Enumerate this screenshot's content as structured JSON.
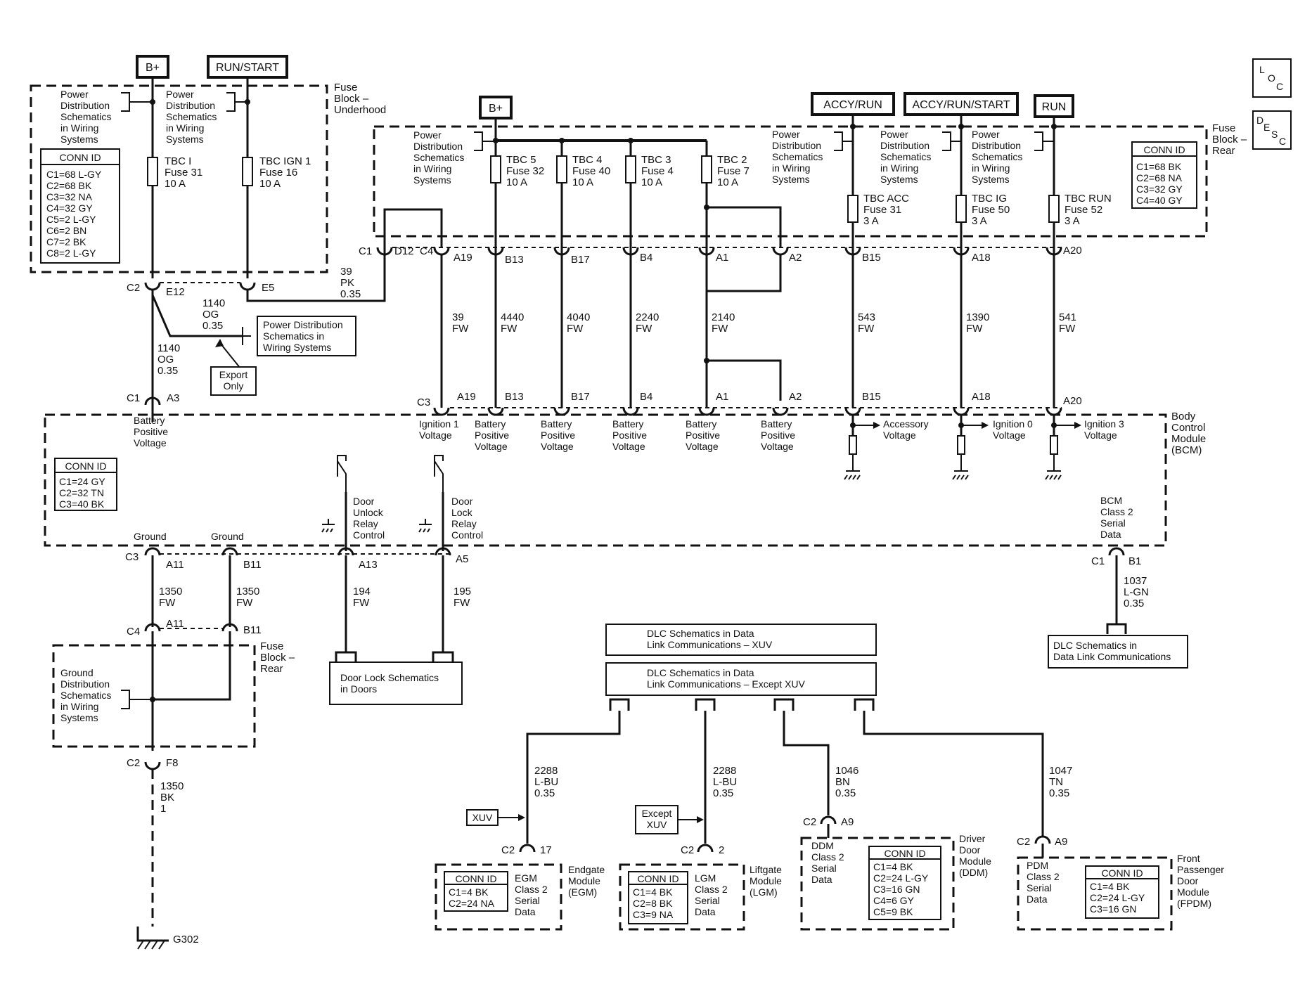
{
  "sources": {
    "b_plus_left": "B+",
    "run_start": "RUN/START",
    "b_plus_right": "B+",
    "accy_run": "ACCY/RUN",
    "accy_run_start": "ACCY/RUN/START",
    "run": "RUN"
  },
  "corner_icons": {
    "loc": [
      "L",
      "O",
      "C"
    ],
    "desc": [
      "D",
      "E",
      "S",
      "C"
    ]
  },
  "fuse_block_underhood": {
    "label": [
      "Fuse",
      "Block –",
      "Underhood"
    ],
    "pd_note": [
      "Power",
      "Distribution",
      "Schematics",
      "in Wiring",
      "Systems"
    ],
    "conn_id_title": "CONN ID",
    "conn_id": [
      "C1=68 L-GY",
      "C2=68 BK",
      "C3=32 NA",
      "C4=32 GY",
      "C5=2 L-GY",
      "C6=2 BN",
      "C7=2 BK",
      "C8=2 L-GY"
    ],
    "fuses": [
      {
        "lines": [
          "TBC I",
          "Fuse 31",
          "10 A"
        ]
      },
      {
        "lines": [
          "TBC IGN 1",
          "Fuse 16",
          "10 A"
        ]
      }
    ],
    "connectors": {
      "c2": "C2",
      "e12": "E12",
      "e5": "E5"
    }
  },
  "fuse_block_rear": {
    "label": [
      "Fuse",
      "Block –",
      "Rear"
    ],
    "pd_note": [
      "Power",
      "Distribution",
      "Schematics",
      "in Wiring",
      "Systems"
    ],
    "conn_id_title": "CONN ID",
    "conn_id": [
      "C1=68 BK",
      "C2=68 NA",
      "C3=32 GY",
      "C4=40 GY"
    ],
    "fuses": [
      {
        "lines": [
          "TBC 5",
          "Fuse 32",
          "10 A"
        ]
      },
      {
        "lines": [
          "TBC 4",
          "Fuse 40",
          "10 A"
        ]
      },
      {
        "lines": [
          "TBC 3",
          "Fuse 4",
          "10 A"
        ]
      },
      {
        "lines": [
          "TBC 2",
          "Fuse 7",
          "10 A"
        ]
      },
      {
        "lines": [
          "TBC ACC",
          "Fuse 31",
          "3 A"
        ]
      },
      {
        "lines": [
          "TBC IG",
          "Fuse 50",
          "3 A"
        ]
      },
      {
        "lines": [
          "TBC RUN",
          "Fuse 52",
          "3 A"
        ]
      }
    ],
    "pins_top": [
      "C1",
      "D12",
      "C4",
      "A19",
      "B13",
      "B17",
      "B4",
      "A1",
      "A2",
      "B15",
      "A18",
      "A20"
    ]
  },
  "wires": {
    "w39pk": [
      "39",
      "PK",
      "0.35"
    ],
    "w1140_top": [
      "1140",
      "OG",
      "0.35"
    ],
    "w1140_bot": [
      "1140",
      "OG",
      "0.35"
    ],
    "w39": [
      "39",
      "FW"
    ],
    "w4440": [
      "4440",
      "FW"
    ],
    "w4040": [
      "4040",
      "FW"
    ],
    "w2240": [
      "2240",
      "FW"
    ],
    "w2140": [
      "2140",
      "FW"
    ],
    "w543": [
      "543",
      "FW"
    ],
    "w1390": [
      "1390",
      "FW"
    ],
    "w541": [
      "541",
      "FW"
    ],
    "w1350a": [
      "1350",
      "FW"
    ],
    "w1350b": [
      "1350",
      "FW"
    ],
    "w194": [
      "194",
      "FW"
    ],
    "w195": [
      "195",
      "FW"
    ],
    "w1350bk": [
      "1350",
      "BK",
      "1"
    ],
    "w1037": [
      "1037",
      "L-GN",
      "0.35"
    ],
    "w2288a": [
      "2288",
      "L-BU",
      "0.35"
    ],
    "w2288b": [
      "2288",
      "L-BU",
      "0.35"
    ],
    "w1046": [
      "1046",
      "BN",
      "0.35"
    ],
    "w1047": [
      "1047",
      "TN",
      "0.35"
    ]
  },
  "pd_box": [
    "Power Distribution",
    "Schematics in",
    "Wiring Systems"
  ],
  "export_only": [
    "Export",
    "Only"
  ],
  "bcm": {
    "label": [
      "Body",
      "Control",
      "Module",
      "(BCM)"
    ],
    "conn_id_title": "CONN ID",
    "conn_id": [
      "C1=24 GY",
      "C2=32 TN",
      "C3=40 BK"
    ],
    "pins_top": [
      "C1",
      "A3",
      "C3",
      "A19",
      "B13",
      "B17",
      "B4",
      "A1",
      "A2",
      "B15",
      "A18",
      "A20"
    ],
    "battery_positive": [
      "Battery",
      "Positive",
      "Voltage"
    ],
    "ignition1": [
      "Ignition 1",
      "Voltage"
    ],
    "accessory": [
      "Accessory",
      "Voltage"
    ],
    "ignition0": [
      "Ignition 0",
      "Voltage"
    ],
    "ignition3": [
      "Ignition 3",
      "Voltage"
    ],
    "ground": "Ground",
    "door_unlock": [
      "Door",
      "Unlock",
      "Relay",
      "Control"
    ],
    "door_lock": [
      "Door",
      "Lock",
      "Relay",
      "Control"
    ],
    "class2": [
      "BCM",
      "Class 2",
      "Serial",
      "Data"
    ],
    "pins_bottom": [
      "C3",
      "A11",
      "B11",
      "A13",
      "A5",
      "C1",
      "B1"
    ]
  },
  "lower_left": {
    "c4": "C4",
    "a11": "A11",
    "b11": "B11",
    "fbr_label": [
      "Fuse",
      "Block –",
      "Rear"
    ],
    "gd_note": [
      "Ground",
      "Distribution",
      "Schematics",
      "in Wiring",
      "Systems"
    ],
    "c2": "C2",
    "f8": "F8",
    "ground_id": "G302"
  },
  "door_lock_box": [
    "Door Lock Schematics",
    "in Doors"
  ],
  "dlc_xuv": [
    "DLC Schematics in Data",
    "Link Communications – XUV"
  ],
  "dlc_except": [
    "DLC Schematics in Data",
    "Link Communications – Except XUV"
  ],
  "dlc_right": [
    "DLC Schematics in",
    "Data Link Communications"
  ],
  "xuv_tag": "XUV",
  "except_xuv_tag": [
    "Except",
    "XUV"
  ],
  "modules": {
    "egm": {
      "c": "C2",
      "pin": "17",
      "conn_id_title": "CONN ID",
      "conn_id": [
        "C1=4 BK",
        "C2=24 NA"
      ],
      "signal": [
        "EGM",
        "Class 2",
        "Serial",
        "Data"
      ],
      "name": [
        "Endgate",
        "Module",
        "(EGM)"
      ]
    },
    "lgm": {
      "c": "C2",
      "pin": "2",
      "conn_id_title": "CONN ID",
      "conn_id": [
        "C1=4 BK",
        "C2=8 BK",
        "C3=9 NA"
      ],
      "signal": [
        "LGM",
        "Class 2",
        "Serial",
        "Data"
      ],
      "name": [
        "Liftgate",
        "Module",
        "(LGM)"
      ]
    },
    "ddm": {
      "c": "C2",
      "pin": "A9",
      "conn_id_title": "CONN ID",
      "conn_id": [
        "C1=4 BK",
        "C2=24 L-GY",
        "C3=16 GN",
        "C4=6 GY",
        "C5=9 BK"
      ],
      "signal": [
        "DDM",
        "Class 2",
        "Serial",
        "Data"
      ],
      "name": [
        "Driver",
        "Door",
        "Module",
        "(DDM)"
      ]
    },
    "fpdm": {
      "c": "C2",
      "pin": "A9",
      "conn_id_title": "CONN ID",
      "conn_id": [
        "C1=4 BK",
        "C2=24 L-GY",
        "C3=16 GN"
      ],
      "signal": [
        "PDM",
        "Class 2",
        "Serial",
        "Data"
      ],
      "name": [
        "Front",
        "Passenger",
        "Door",
        "Module",
        "(FPDM)"
      ]
    }
  }
}
